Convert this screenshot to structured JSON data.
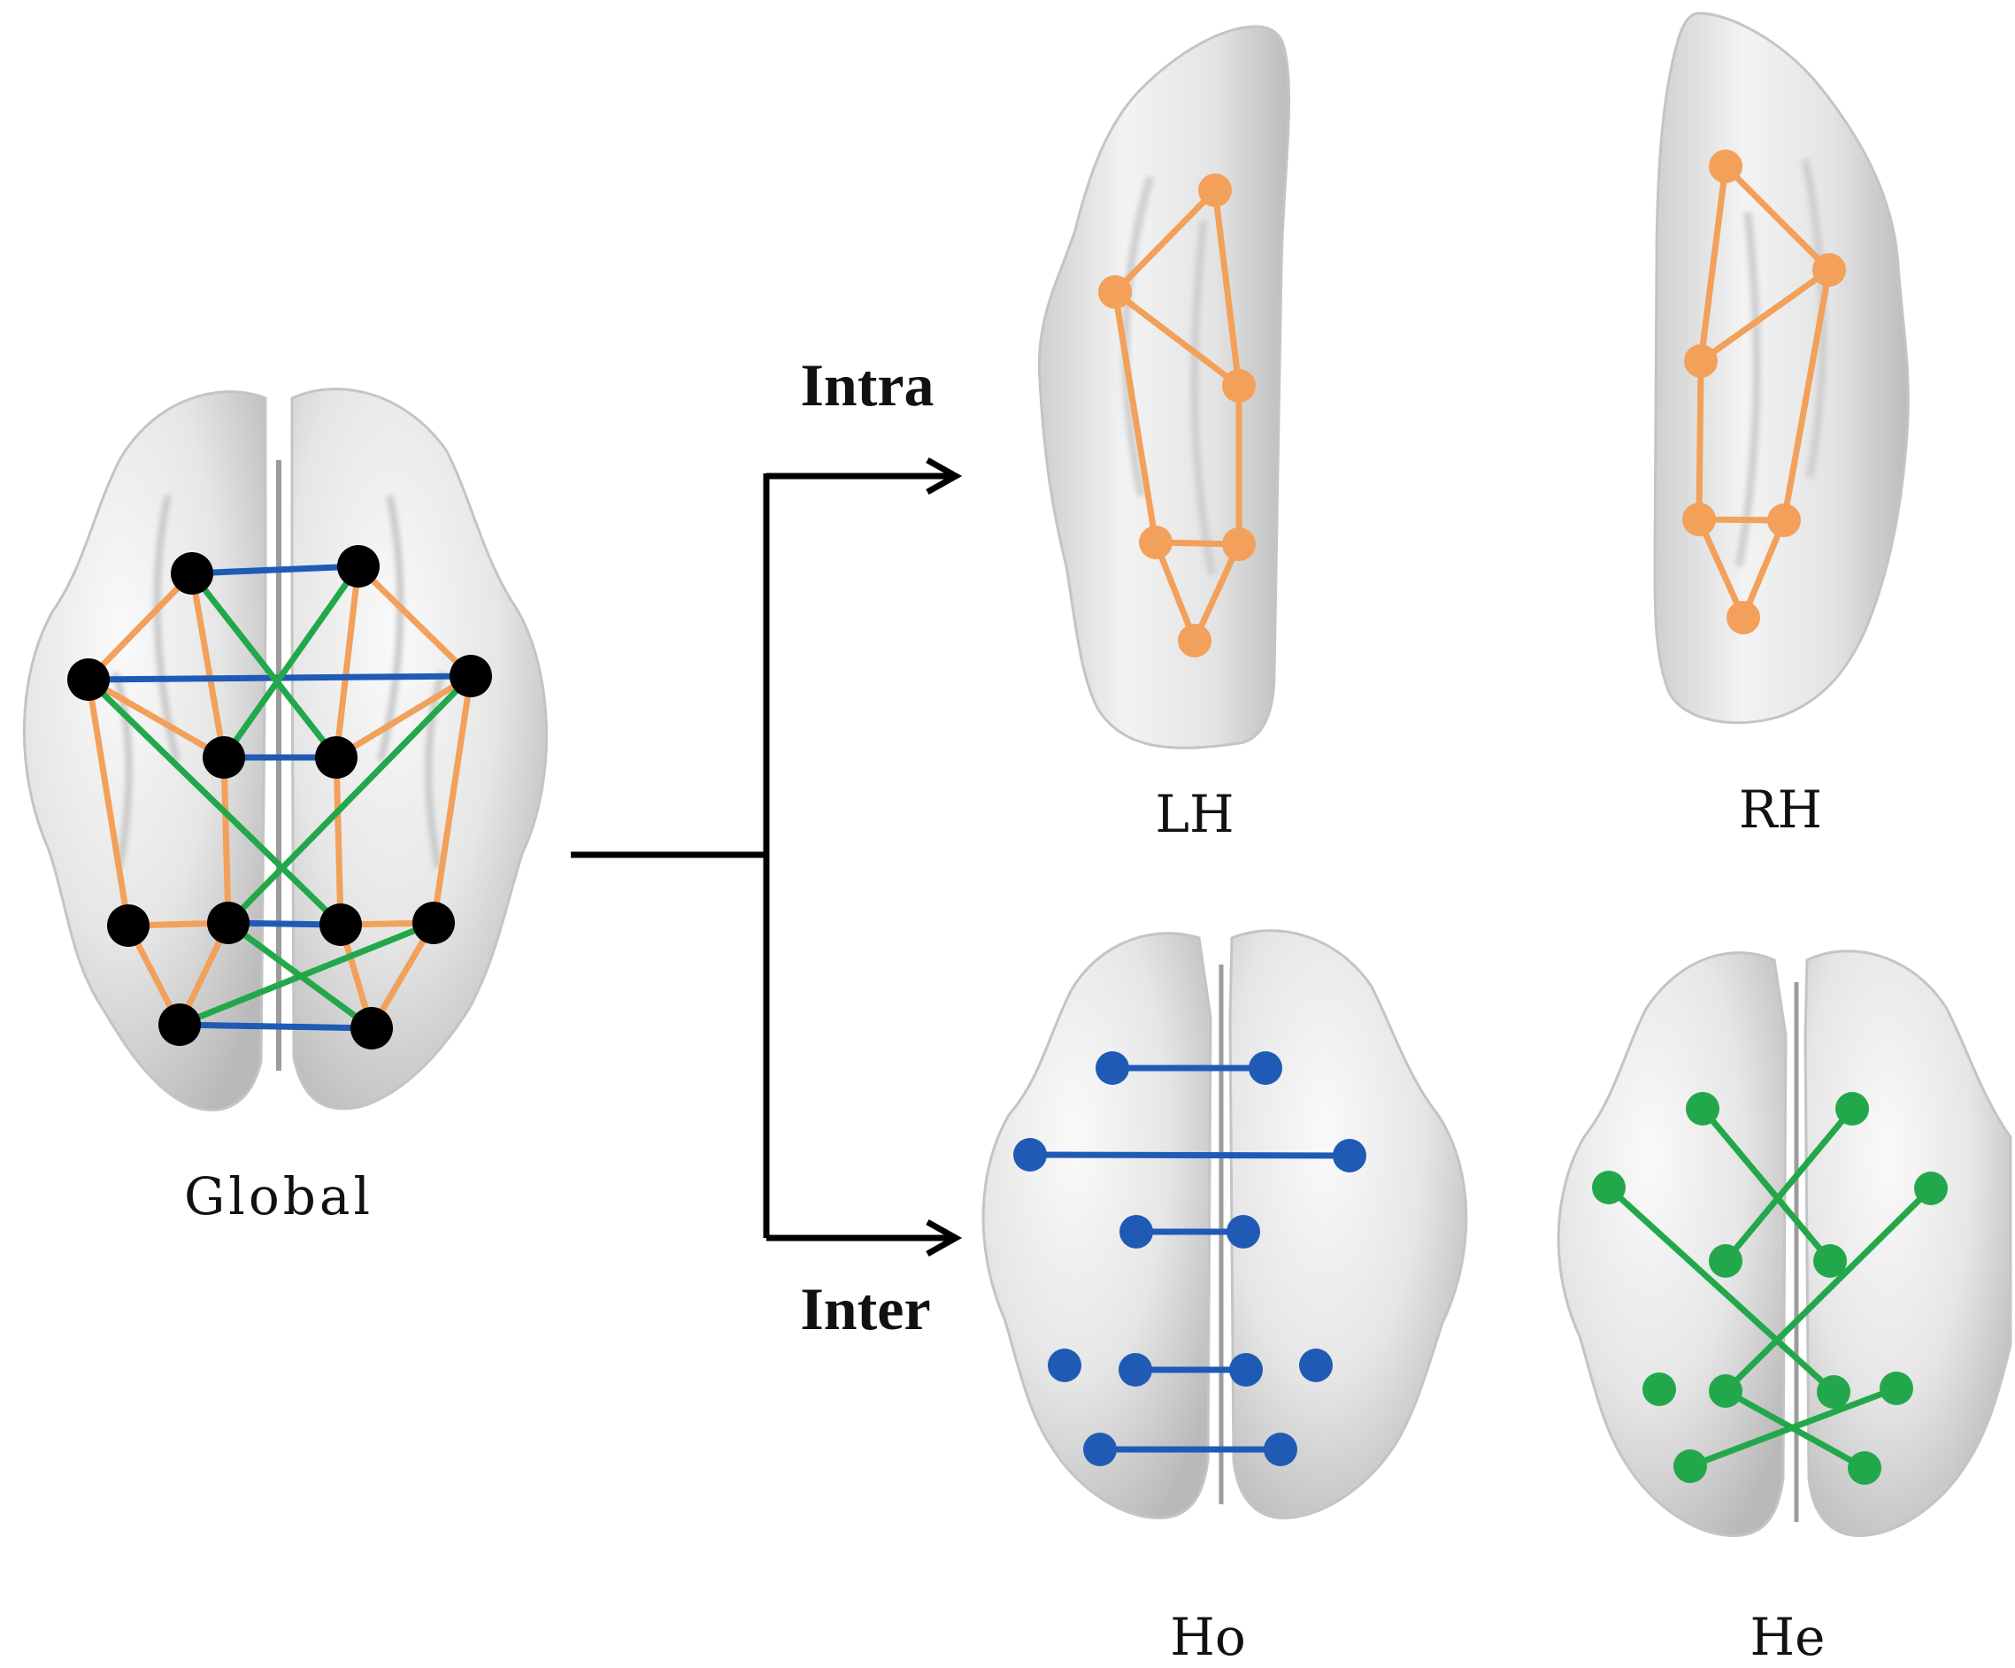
{
  "labels": {
    "global": "Global",
    "intra": "Intra",
    "inter": "Inter",
    "lh": "LH",
    "rh": "RH",
    "ho": "Ho",
    "he": "He"
  },
  "colors": {
    "intra_edge": "#F2A05A",
    "homotopic_edge": "#1F5BB5",
    "heterotopic_edge": "#22A84A",
    "global_node": "#000000",
    "brain_fill": "#e9e9e9",
    "brain_shade": "#bdbdbd",
    "arrow": "#000000"
  }
}
